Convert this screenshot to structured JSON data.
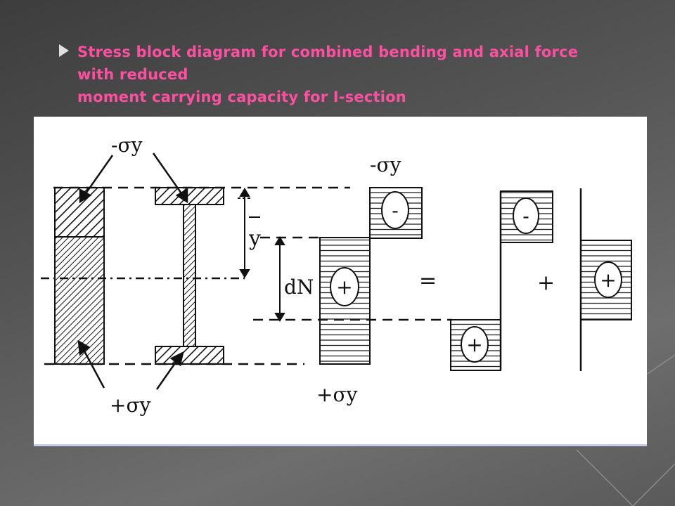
{
  "slide": {
    "title_lines": [
      "Stress block diagram for combined bending and axial force",
      "with reduced",
      "moment carrying capacity for I-section"
    ]
  },
  "diagram": {
    "labels": {
      "sigma_top_section": "-σy",
      "sigma_bottom_section": "+σy",
      "sigma_top_block": "-σy",
      "sigma_bottom_block": "+σy",
      "ybar": "y",
      "dN": "dN",
      "equals": "=",
      "plus": "+",
      "sign_minus": "-",
      "sign_plus": "+"
    }
  }
}
